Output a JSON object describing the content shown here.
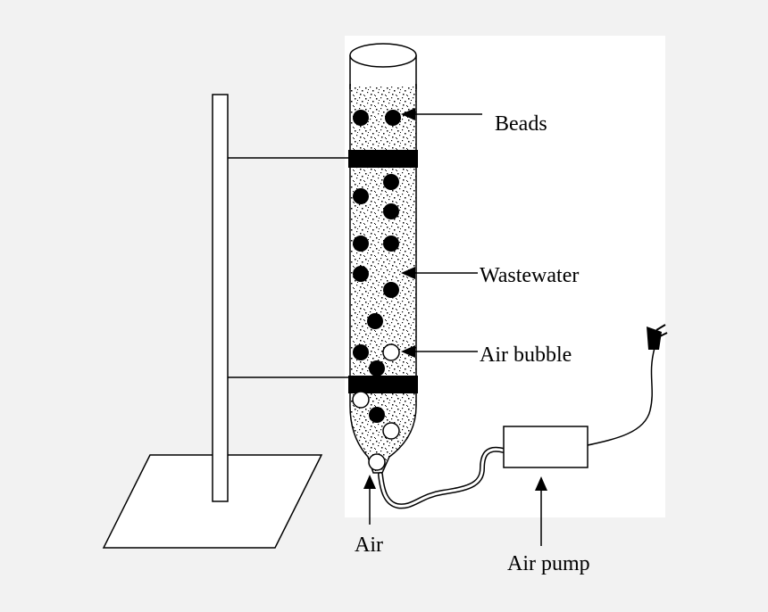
{
  "labels": {
    "beads": "Beads",
    "wastewater": "Wastewater",
    "air_bubble": "Air bubble",
    "air": "Air",
    "air_pump": "Air pump"
  },
  "colors": {
    "background": "#f2f2f2",
    "panel": "#ffffff",
    "ink": "#000000"
  }
}
